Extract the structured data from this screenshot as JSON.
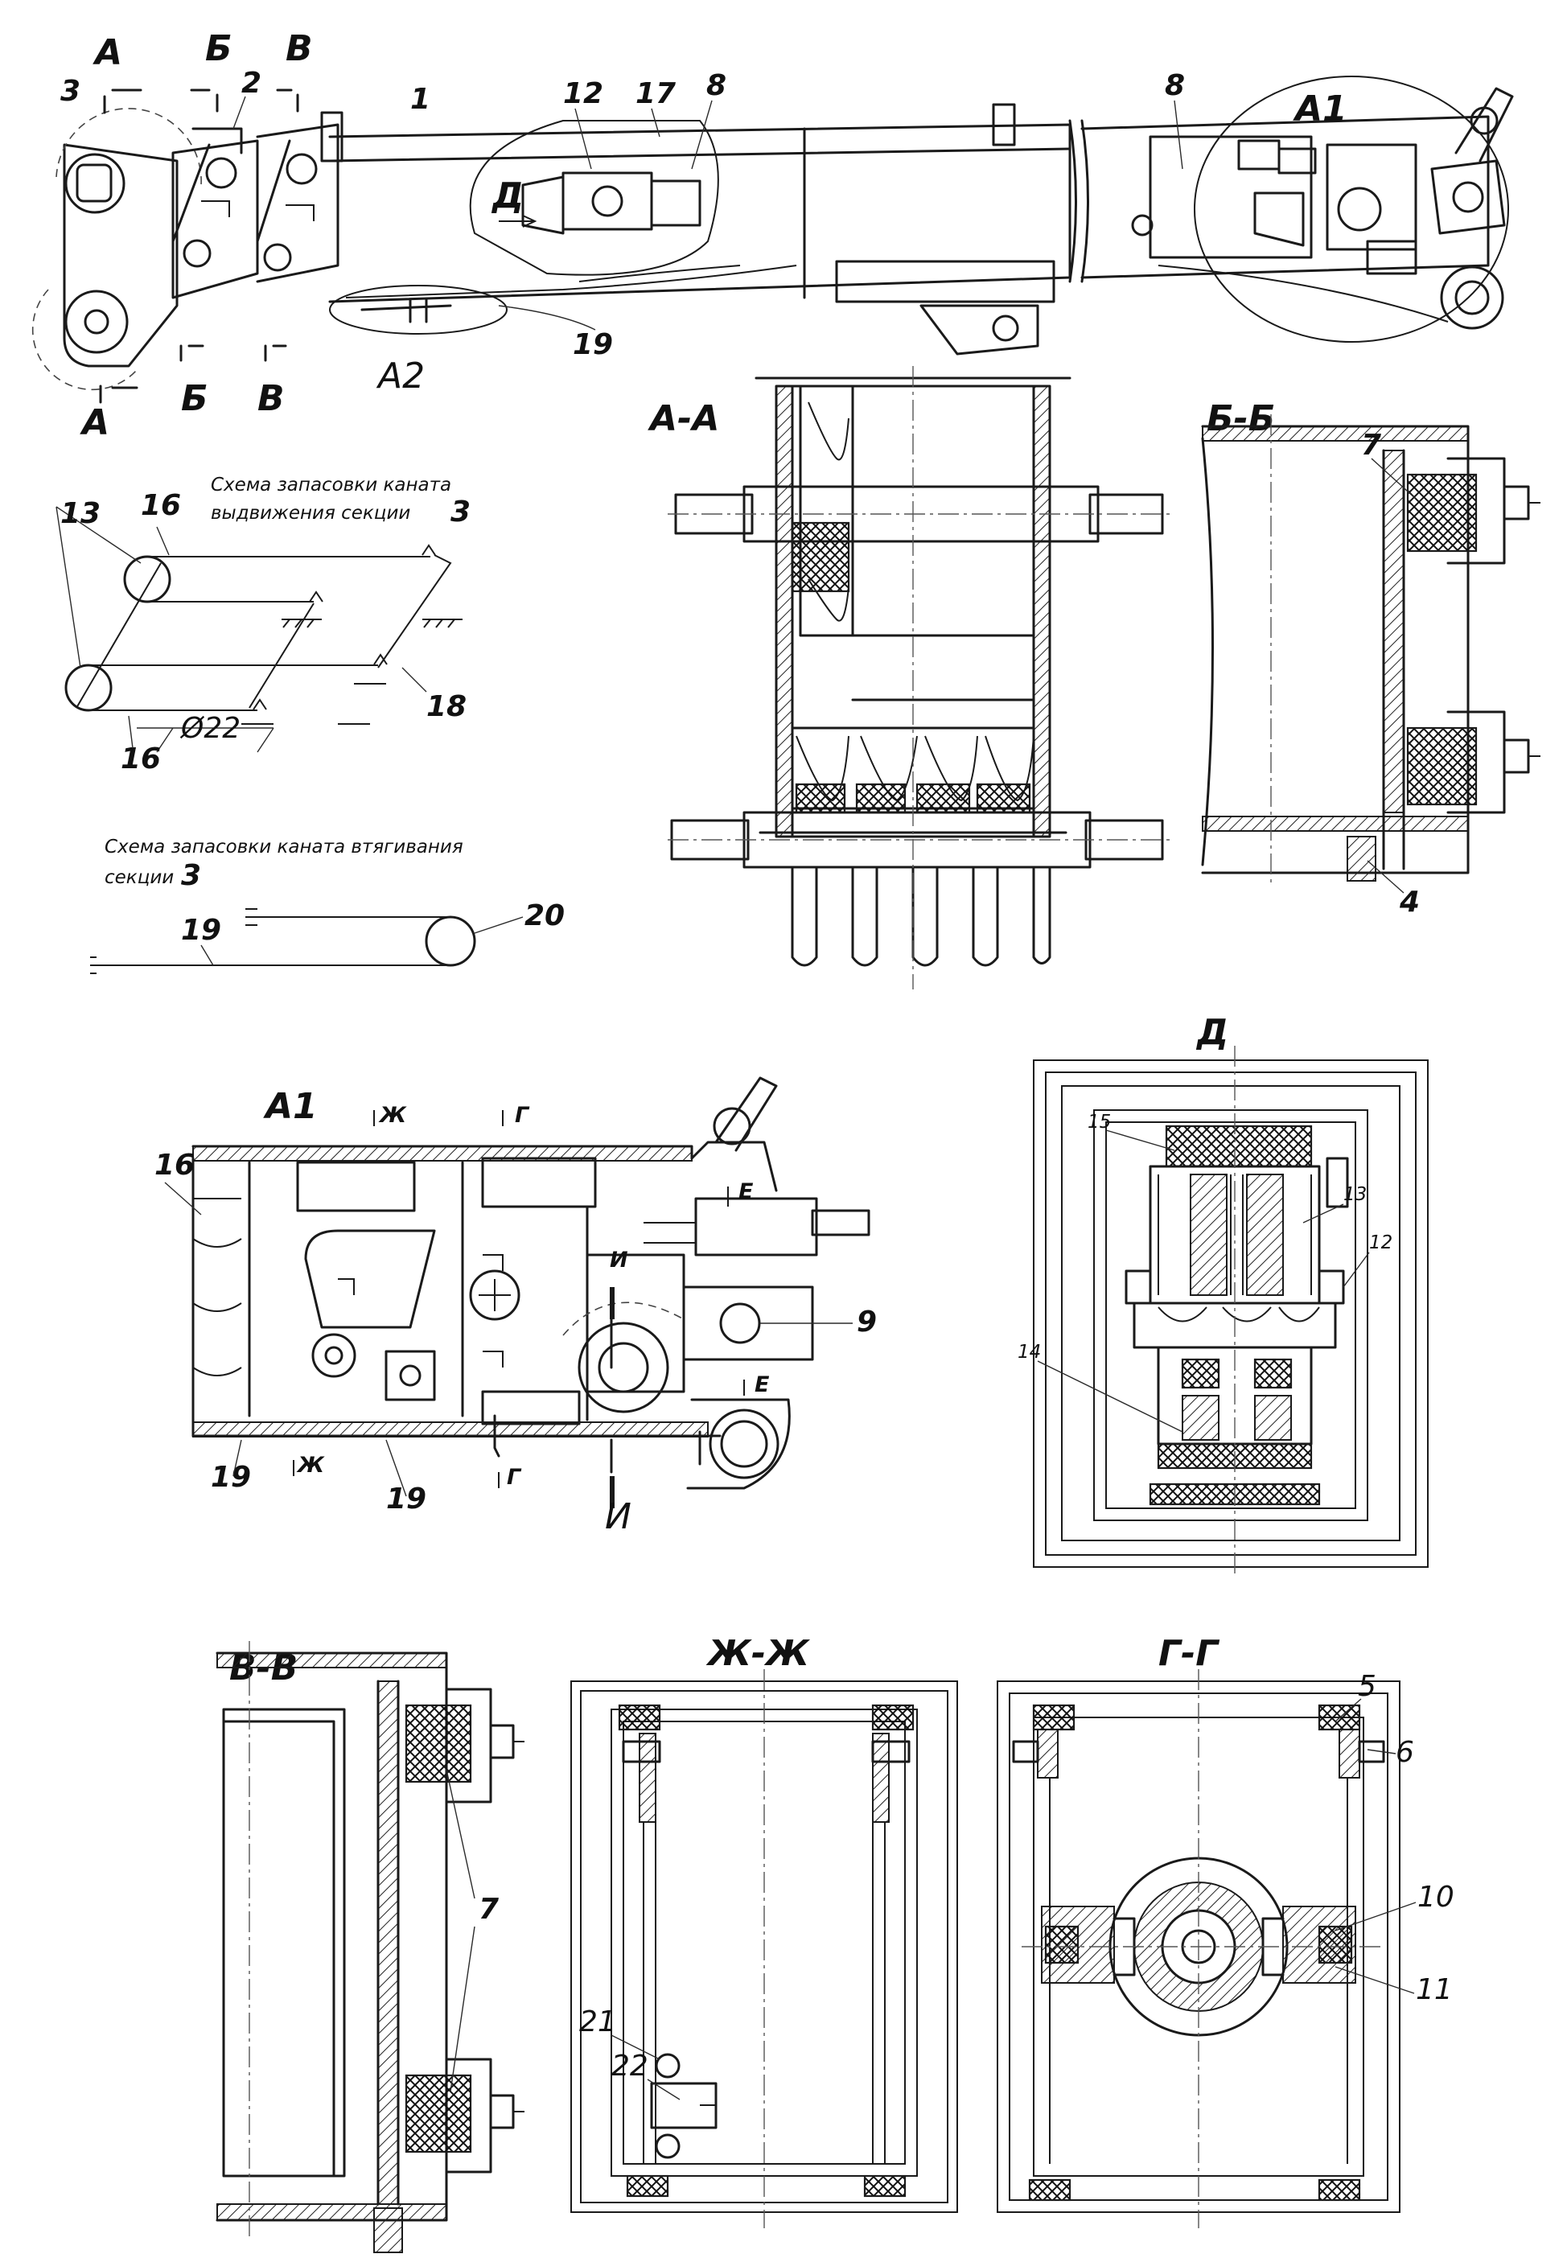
{
  "labels": {
    "a": "А",
    "b": "Б",
    "v": "В",
    "d": "Д",
    "a1": "А1",
    "a2": "А2",
    "e": "Е",
    "zh": "Ж",
    "g": "Г",
    "i": "И",
    "n1": "1",
    "n2": "2",
    "n3": "3",
    "n4": "4",
    "n5": "5",
    "n6": "6",
    "n7": "7",
    "n8": "8",
    "n9": "9",
    "n10": "10",
    "n11": "11",
    "n12": "12",
    "n13": "13",
    "n14": "14",
    "n15": "15",
    "n16": "16",
    "n17": "17",
    "n18": "18",
    "n19": "19",
    "n20": "20",
    "n21": "21",
    "n22": "22",
    "n3b": "3",
    "diam": "Ø22"
  },
  "sections": {
    "aa": "А-А",
    "bb": "Б-Б",
    "vv": "В-В",
    "zhzh": "Ж-Ж",
    "gg": "Г-Г",
    "d": "Д",
    "a1": "А1"
  },
  "schemes": {
    "extend_line1": "Схема запасовки каната",
    "extend_line2": "выдвижения секции",
    "retract_line1": "Схема запасовки каната втягивания",
    "retract_line2": "секции"
  }
}
